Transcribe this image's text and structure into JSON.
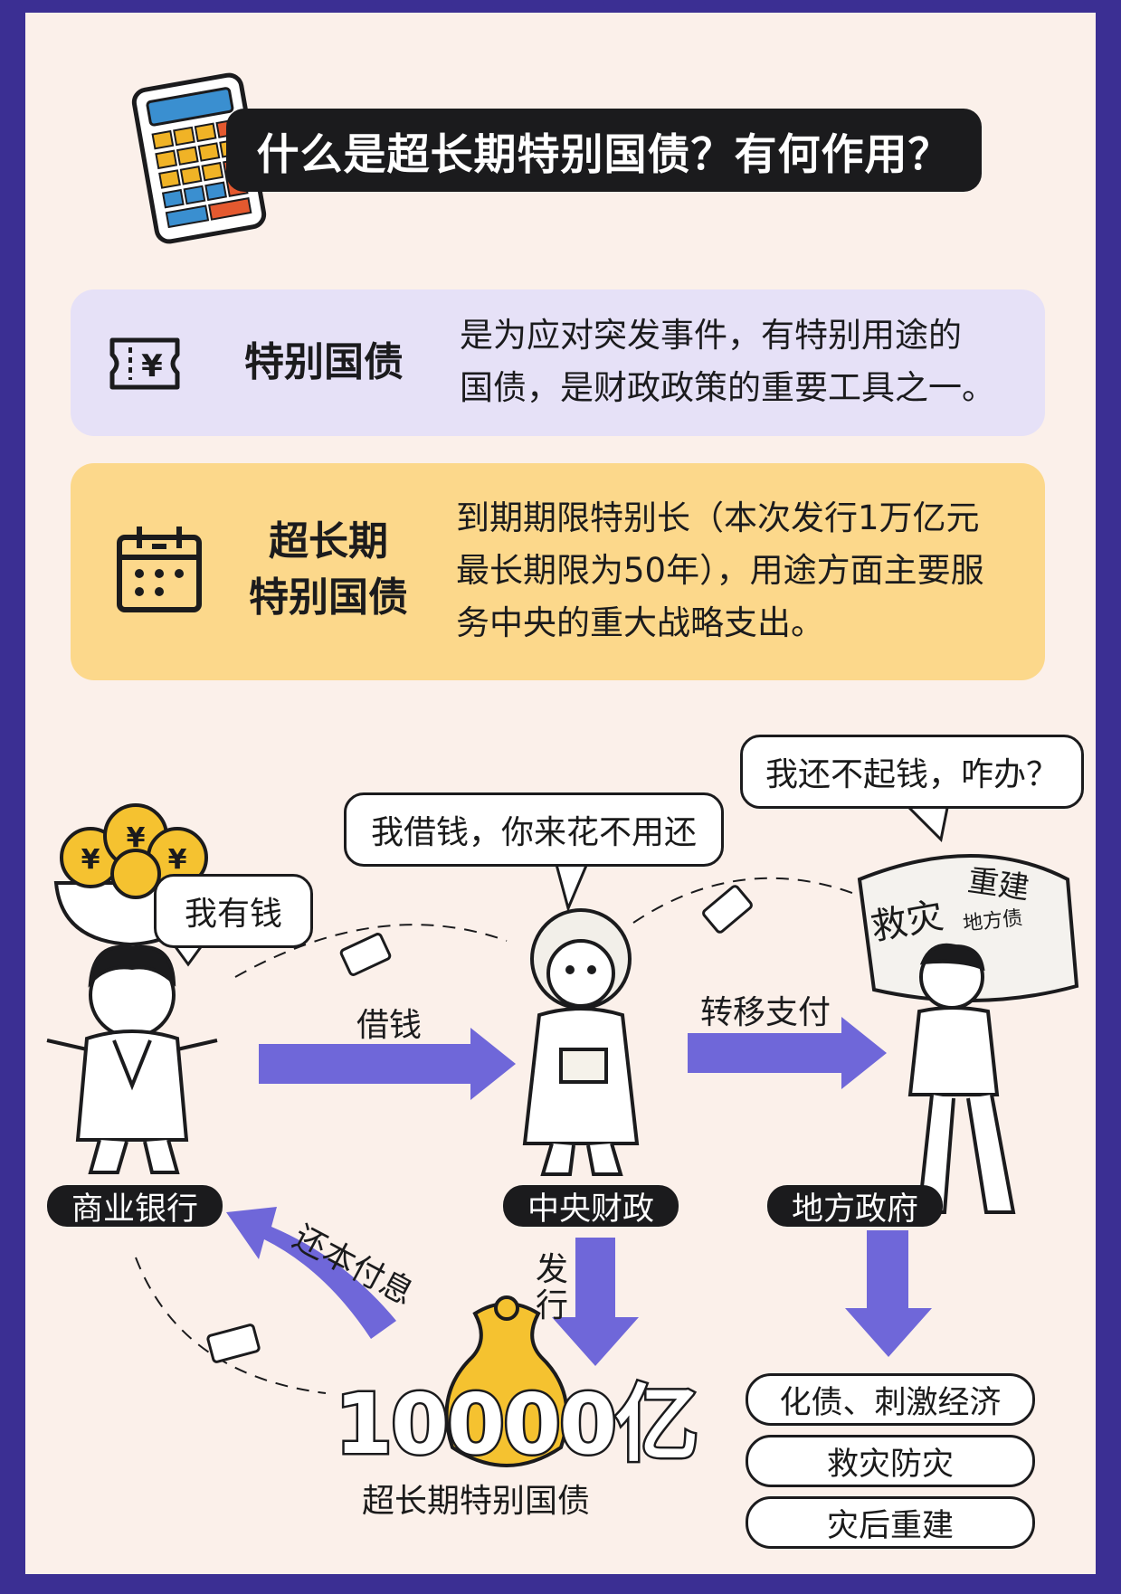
{
  "header": {
    "title": "什么是超长期特别国债？有何作用？",
    "icon": "calculator-icon"
  },
  "cards": [
    {
      "icon": "ticket-yuan-icon",
      "label": "特别国债",
      "desc": "是为应对突发事件，有特别用途的\n国债，是财政政策的重要工具之一。"
    },
    {
      "icon": "calendar-icon",
      "label": "超长期\n特别国债",
      "desc": "到期期限特别长（本次发行1万亿元\n最长期限为50年），用途方面主要服\n务中央的重大战略支出。"
    }
  ],
  "diagram": {
    "bubbles": {
      "bank": "我有钱",
      "central": "我借钱，你来花不用还",
      "local": "我还不起钱，咋办？"
    },
    "sack_text": {
      "main": "救灾",
      "secondary": "重建",
      "small": "地方债"
    },
    "nodes": {
      "bank": "商业银行",
      "central": "中央财政",
      "local": "地方政府"
    },
    "flows": {
      "borrow": "借钱",
      "transfer": "转移支付",
      "repay": "还本付息",
      "issue": "发行"
    },
    "amount": "10000亿",
    "amount_caption": "超长期特别国债",
    "uses": [
      "化债、刺激经济",
      "救灾防灾",
      "灾后重建"
    ]
  },
  "colors": {
    "frame": "#3b2f93",
    "paper": "#fbf0ea",
    "purple_card": "#e6e1f7",
    "yellow_card": "#fcd88b",
    "arrow": "#6f67d9",
    "dark": "#1b1b1d",
    "coin": "#f5c230"
  }
}
